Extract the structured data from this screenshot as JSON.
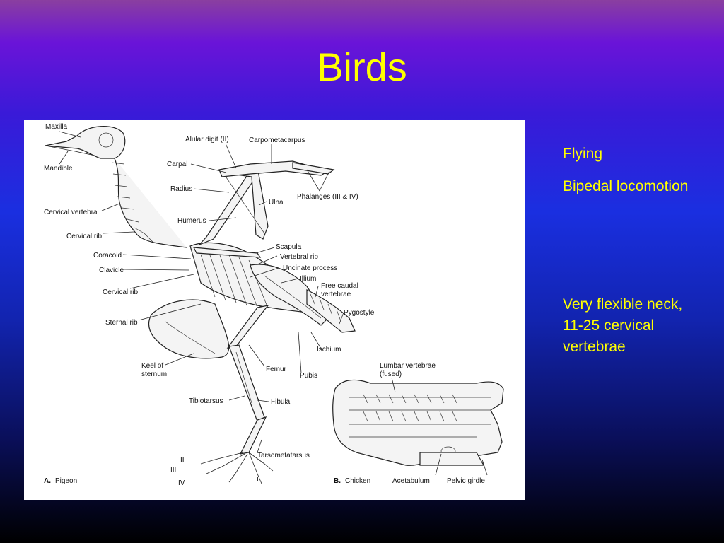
{
  "slide": {
    "title": "Birds",
    "bullets": [
      "Flying",
      "Bipedal locomotion",
      "Very flexible neck, 11-25 cervical vertebrae"
    ]
  },
  "figure": {
    "pigeon": {
      "panel_letter": "A.",
      "panel_name": "Pigeon",
      "labels": {
        "maxilla": "Maxilla",
        "mandible": "Mandible",
        "cervical_vertebra": "Cervical vertebra",
        "cervical_rib_upper": "Cervical rib",
        "coracoid": "Coracoid",
        "clavicle": "Clavicle",
        "cervical_rib_lower": "Cervical rib",
        "sternal_rib": "Sternal rib",
        "keel_line1": "Keel of",
        "keel_line2": "sternum",
        "tibiotarsus": "Tibiotarsus",
        "alular_digit": "Alular digit (II)",
        "carpometacarpus": "Carpometacarpus",
        "carpal": "Carpal",
        "radius": "Radius",
        "phalanges": "Phalanges (III & IV)",
        "ulna": "Ulna",
        "humerus": "Humerus",
        "scapula": "Scapula",
        "vertebral_rib": "Vertebral rib",
        "uncinate_process": "Uncinate process",
        "illium": "Illium",
        "free_caudal_line1": "Free caudal",
        "free_caudal_line2": "vertebrae",
        "pygostyle": "Pygostyle",
        "ischium": "Ischium",
        "femur": "Femur",
        "pubis": "Pubis",
        "fibula": "Fibula",
        "tarsometatarsus": "Tarsometatarsus",
        "digit_ii": "II",
        "digit_iii": "III",
        "digit_iv": "IV",
        "digit_i": "I"
      }
    },
    "chicken": {
      "panel_letter": "B.",
      "panel_name": "Chicken",
      "labels": {
        "lumbar_line1": "Lumbar vertebrae",
        "lumbar_line2": "(fused)",
        "acetabulum": "Acetabulum",
        "pelvic_girdle": "Pelvic girdle"
      }
    }
  }
}
